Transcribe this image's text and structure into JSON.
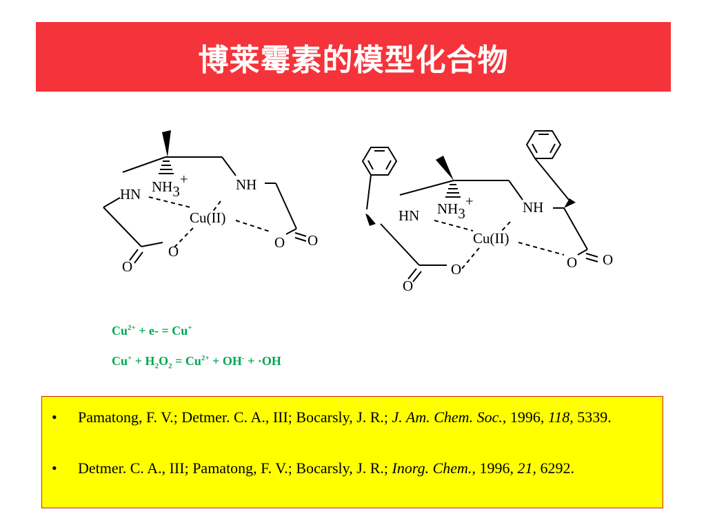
{
  "title": "博莱霉素的模型化合物",
  "colors": {
    "title_bg": "#f5333a",
    "equation": "#00a651",
    "refs_bg": "#ffff00",
    "refs_border": "#d21c2b"
  },
  "molecule_left": {
    "labels": {
      "hn": "HN",
      "nh": "NH",
      "nh3": "NH",
      "nh3_sub": "3",
      "nh3_sup": "+",
      "cu": "Cu(II)",
      "o_left": "O",
      "o_left_carbonyl": "O",
      "o_right": "O",
      "o_right_carbonyl": "O"
    }
  },
  "molecule_right": {
    "labels": {
      "hn": "HN",
      "nh": "NH",
      "nh3": "NH",
      "nh3_sub": "3",
      "nh3_sup": "+",
      "cu": "Cu(II)",
      "o_left": "O",
      "o_left_carbonyl": "O",
      "o_right": "O",
      "o_right_carbonyl": "O"
    }
  },
  "equations": {
    "eq1": {
      "cu": "Cu",
      "cu_sup": "2+",
      "mid": " + e- = Cu",
      "end_sup": "+"
    },
    "eq2": {
      "a": "Cu",
      "a_sup": "+",
      "b": " + H",
      "b_sub": "2",
      "c": "O",
      "c_sub": "2",
      "d": " = Cu",
      "d_sup": "2+",
      "e": " + OH",
      "e_sup": "-",
      "f": " +  ·OH"
    }
  },
  "references": [
    {
      "bullet": "•",
      "authors": "Pamatong, F. V.; Detmer. C. A., III; Bocarsly, J. R.; ",
      "journal": "J. Am. Chem. Soc.",
      "year": ", 1996, ",
      "volume": "118",
      "pages": ", 5339."
    },
    {
      "bullet": "•",
      "authors": "Detmer. C. A., III; Pamatong, F. V.; Bocarsly, J. R.; ",
      "journal": "Inorg. Chem.",
      "year": ", 1996, ",
      "volume": "21",
      "pages": ", 6292."
    }
  ]
}
